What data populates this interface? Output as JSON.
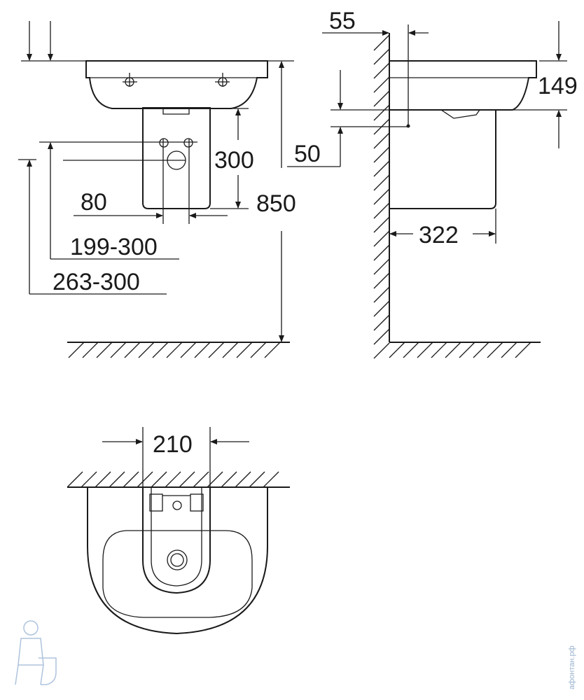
{
  "dimensions": {
    "front": {
      "support_height": "300",
      "drain_offset": "80",
      "water_inlet_range": "199-300",
      "drain_height_range": "263-300",
      "total_height": "850"
    },
    "side": {
      "wall_gap": "55",
      "basin_thickness": "149",
      "inlet_offset": "50",
      "depth": "322"
    },
    "top": {
      "support_width": "210"
    }
  },
  "watermark": {
    "text": "афонтан.рф",
    "logo_icon": "plumber-mascot-icon"
  },
  "colors": {
    "line": "#1a1a1a",
    "watermark": "#9bb4cf"
  }
}
